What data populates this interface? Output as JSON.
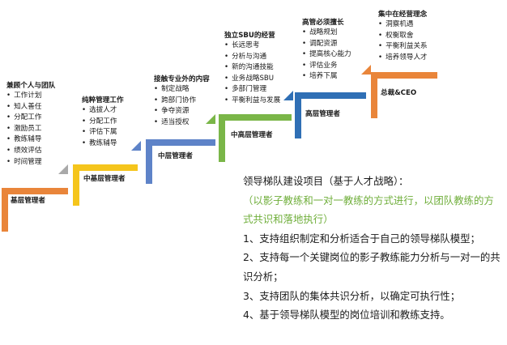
{
  "stages": [
    {
      "level": "基层管理者",
      "heading": "兼顾个人与团队",
      "items": [
        "工作计划",
        "知人善任",
        "分配工作",
        "激励员工",
        "教练辅导",
        "绩效评估",
        "时间管理"
      ],
      "color": "#e9853a"
    },
    {
      "level": "中基层管理者",
      "heading": "纯粹管理工作",
      "items": [
        "选拔人才",
        "分配工作",
        "评估下属",
        "教练辅导"
      ],
      "color": "#f5c51c"
    },
    {
      "level": "中层管理者",
      "heading": "接触专业外的内容",
      "items": [
        "制定战略",
        "跨部门协作",
        "争夺资源",
        "适当授权"
      ],
      "color": "#5e83c8"
    },
    {
      "level": "中高层管理者",
      "heading": "独立SBU的经营",
      "items": [
        "长远思考",
        "分析与沟通",
        "新的沟通技能",
        "业务战略SBU",
        "多部门管理",
        "平衡利益与发展"
      ],
      "color": "#7ab648"
    },
    {
      "level": "高层管理者",
      "heading": "高管必须擅长",
      "items": [
        "战略规划",
        "调配资源",
        "提高核心能力",
        "评估业务",
        "培养下属"
      ],
      "color": "#2f6fb5"
    },
    {
      "level": "总裁&CEO",
      "heading": "集中在经营理念",
      "items": [
        "洞察机遇",
        "权衡取舍",
        "平衡利益关系",
        "培养领导人才"
      ],
      "color": "#e9853a"
    }
  ],
  "description": {
    "title": "领导梯队建设项目（基于人才战略）：",
    "subtitle": "（以影子教练和一对一教练的方式进行，以团队教练的方式共识和落地执行）",
    "items": [
      "1、支持组织制定和分析适合于自己的领导梯队模型；",
      "2、支持每一个关键岗位的影子教练能力分析与一对一的共识分析；",
      "3、支持团队的集体共识分析，以确定可执行性；",
      "4、基于领导梯队模型的岗位培训和教练支持。"
    ]
  }
}
